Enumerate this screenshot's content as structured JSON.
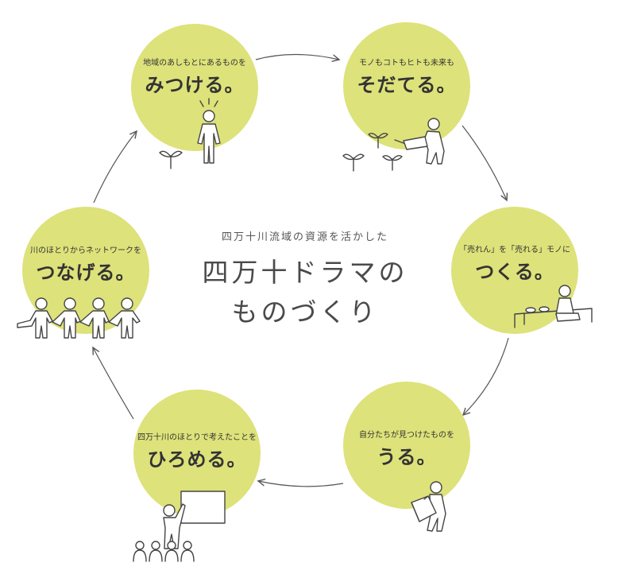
{
  "center": {
    "subtitle": "四万十川流域の資源を活かした",
    "title_line1": "四万十ドラマの",
    "title_line2": "ものづくり"
  },
  "colors": {
    "circle_fill": "#dde27a",
    "line": "#555555"
  },
  "steps": [
    {
      "sub": "地域のあしもとにあるものを",
      "main": "みつける。",
      "icon": "person-discovering-icon"
    },
    {
      "sub": "モノもコトもヒトも未来も",
      "main": "そだてる。",
      "icon": "person-watering-sprouts-icon"
    },
    {
      "sub": "「売れん」を「売れる」モノに",
      "main": "つくる。",
      "icon": "person-at-workbench-icon"
    },
    {
      "sub": "自分たちが見つけたものを",
      "main": "うる。",
      "icon": "person-carrying-box-icon"
    },
    {
      "sub": "四万十川のほとりで考えたことを",
      "main": "ひろめる。",
      "icon": "person-presenting-icon"
    },
    {
      "sub": "川のほとりからネットワークを",
      "main": "つなげる。",
      "icon": "people-holding-hands-icon"
    }
  ]
}
